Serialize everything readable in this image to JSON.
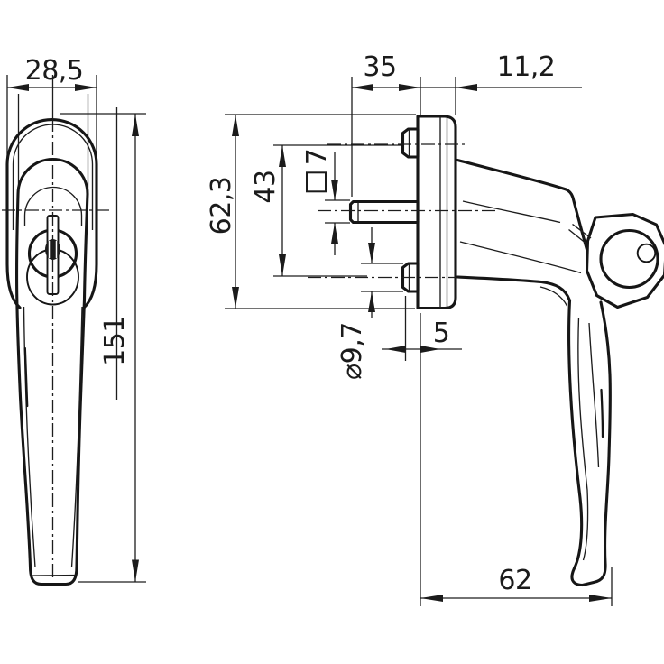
{
  "page": {
    "background": "#ffffff"
  },
  "drawing": {
    "type": "technical dimension drawing",
    "subject": "window handle, front view and side profile view",
    "line_color": "#161616",
    "unit_style": "millimetres with comma decimals",
    "views": [
      {
        "id": "front-view",
        "label": "front view of window handle with key lock"
      },
      {
        "id": "side-view",
        "label": "side profile view with mounting plate, square spindle and lock cylinder"
      }
    ],
    "dimensions": {
      "front_width": "28,5",
      "front_length": "151",
      "spindle_length": "35",
      "plate_thickness": "11,2",
      "plate_height": "62,3",
      "screw_spacing": "43",
      "spindle_square": "7",
      "boss_diameter": "⌀9,7",
      "boss_protrusion": "5",
      "handle_reach": "62"
    },
    "icons": {
      "square_section_symbol": "square-outline"
    }
  }
}
